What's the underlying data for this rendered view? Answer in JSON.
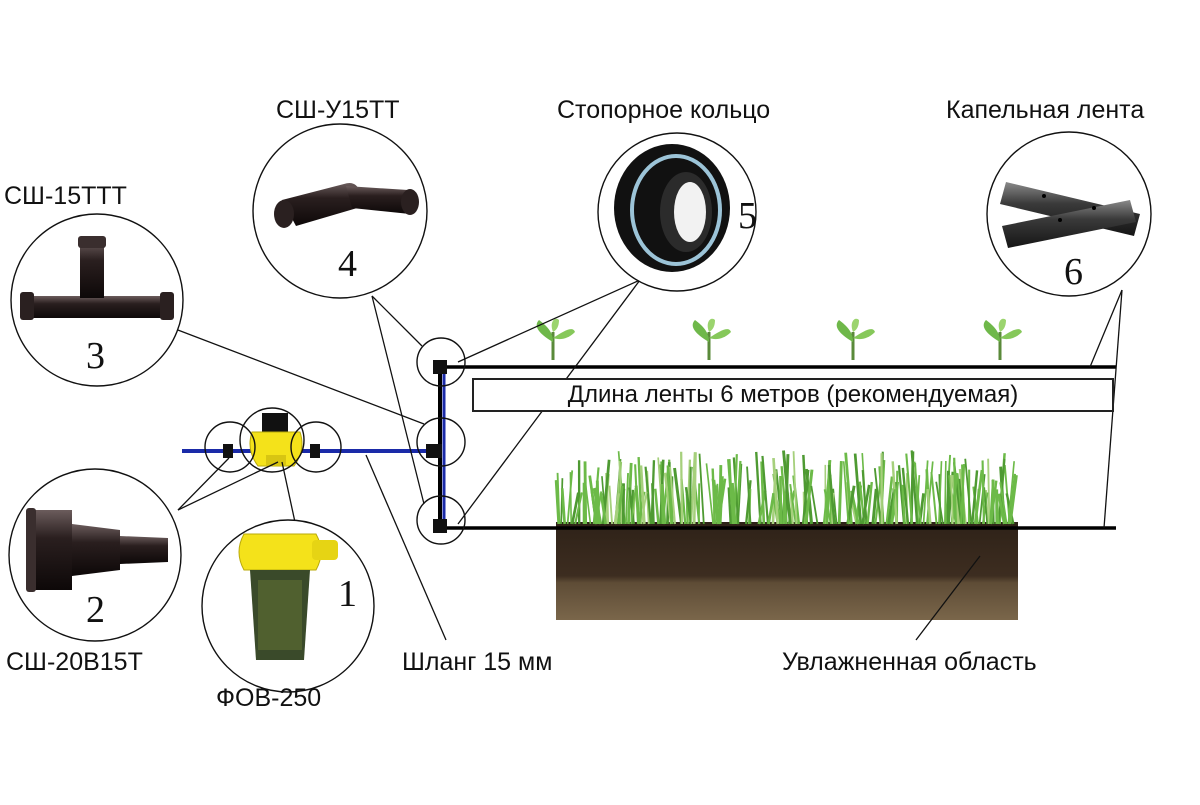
{
  "components": [
    {
      "number": "1",
      "name": "ФОВ-250",
      "part": "filter"
    },
    {
      "number": "2",
      "name": "СШ-20В15Т",
      "part": "hose-adapter"
    },
    {
      "number": "3",
      "name": "СШ-15ТТТ",
      "part": "tee-connector"
    },
    {
      "number": "4",
      "name": "СШ-У15ТТ",
      "part": "elbow-connector"
    },
    {
      "number": "5",
      "name": "Стопорное кольцо",
      "part": "locking-ring"
    },
    {
      "number": "6",
      "name": "Капельная лента",
      "part": "drip-tape"
    }
  ],
  "hose_label": "Шланг 15 мм",
  "tape_length_label": "Длина ленты 6 метров (рекомендуемая)",
  "moist_area_label": "Увлажненная область",
  "colors": {
    "hose": "#1a2aa8",
    "filter": "#f4e21a",
    "soil_top": "#3a2a1e",
    "soil_bottom": "#6b5840",
    "grass": "#5aa83a",
    "part_dark": "#1b1414"
  }
}
